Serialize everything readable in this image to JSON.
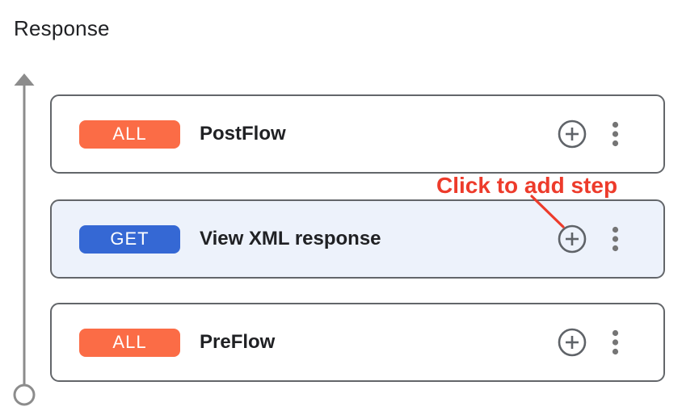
{
  "title": "Response",
  "cards": [
    {
      "verb": "ALL",
      "verb_color": "#FB6C46",
      "name": "PostFlow",
      "highlighted": false
    },
    {
      "verb": "GET",
      "verb_color": "#3568D4",
      "name": "View XML response",
      "highlighted": true
    },
    {
      "verb": "ALL",
      "verb_color": "#FB6C46",
      "name": "PreFlow",
      "highlighted": false
    }
  ],
  "card_icons": {
    "add": "plus-circle-icon",
    "menu": "kebab-menu-icon"
  },
  "annotation": {
    "label": "Click to add step",
    "color": "#ED3B2B"
  },
  "flow_axis": {
    "shape": "vertical-line-arrow-up-top-circle-bottom",
    "color": "#8C8C8C"
  },
  "colors": {
    "card_border": "#63666A",
    "highlight_bg": "#EDF2FB",
    "icon_gray": "#5F6368",
    "text": "#202124",
    "badge_text": "#FFFFFF",
    "background": "#FFFFFF"
  }
}
